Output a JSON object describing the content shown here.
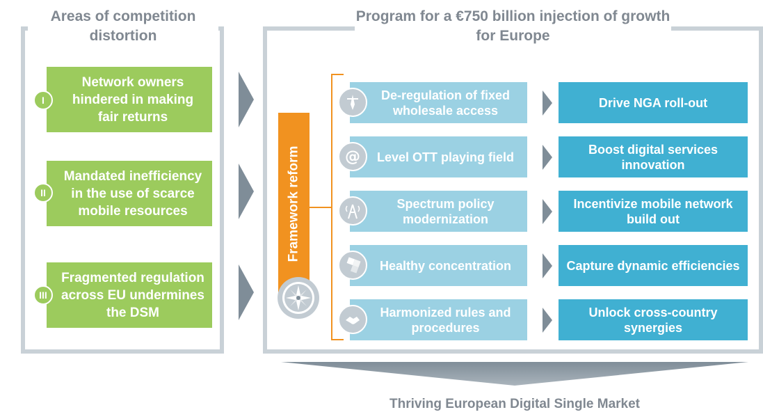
{
  "left_panel": {
    "title": "Areas of competition distortion",
    "items": [
      {
        "numeral": "I",
        "text": "Network owners hindered in making fair returns"
      },
      {
        "numeral": "II",
        "text": "Mandated inefficiency in the use of scarce mobile resources"
      },
      {
        "numeral": "III",
        "text": "Fragmented regulation across EU undermines the DSM"
      }
    ]
  },
  "right_panel": {
    "title": "Program for a €750 billion injection of growth for Europe",
    "framework_label": "Framework reform",
    "rows": [
      {
        "icon": "tower-pen-icon",
        "action": "De-regulation of fixed wholesale access",
        "outcome": "Drive NGA roll-out"
      },
      {
        "icon": "at-sign-icon",
        "action": "Level OTT playing field",
        "outcome": "Boost digital services innovation"
      },
      {
        "icon": "antenna-icon",
        "action": "Spectrum policy modernization",
        "outcome": "Incentivize mobile network build out"
      },
      {
        "icon": "puzzle-icon",
        "action": "Healthy concentration",
        "outcome": "Capture dynamic efficiencies"
      },
      {
        "icon": "handshake-icon",
        "action": "Harmonized rules and procedures",
        "outcome": "Unlock cross-country synergies"
      }
    ]
  },
  "bottom": {
    "label": "Thriving European Digital Single Market"
  },
  "colors": {
    "green": "#9ccb5d",
    "orange": "#f19220",
    "light_blue": "#9bd1e3",
    "dark_blue": "#40b0d2",
    "grey_frame": "#c9d1d7",
    "grey_arrow": "#7f8d98",
    "grey_text": "#808891"
  }
}
